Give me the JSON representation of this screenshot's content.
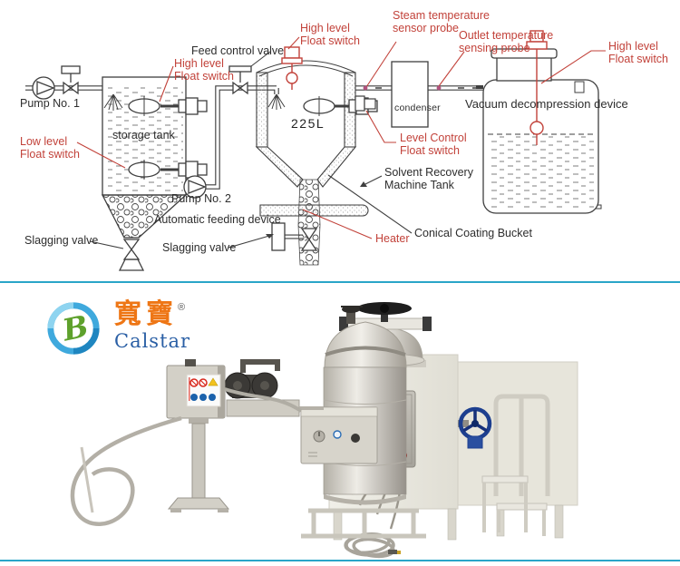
{
  "page": {
    "background": "#ffffff",
    "divider_color": "#2aa5c8"
  },
  "diagram": {
    "annotation_color_red": "#c2423a",
    "annotation_color_black": "#2d2d2d",
    "labels": {
      "pump1": "Pump No. 1",
      "high_level_storage": "High level\nFloat switch",
      "low_level_storage": "Low level\nFloat switch",
      "storage_tank": "storage tank",
      "pump2": "Pump No. 2",
      "automatic_feeding": "Automatic feeding device",
      "slagging_left": "Slagging valve",
      "slagging_right": "Slagging valve",
      "feed_control_valve": "Feed control valve",
      "high_level_machine": "High level\nFloat switch",
      "tank_capacity": "225L",
      "level_control": "Level Control\nFloat switch",
      "solvent_recovery": "Solvent Recovery\nMachine Tank",
      "conical_bucket": "Conical Coating Bucket",
      "heater": "Heater",
      "condenser": "condenser",
      "steam_probe": "Steam temperature\nsensor probe",
      "outlet_probe": "Outlet temperature\nsensing probe",
      "vacuum_device": "Vacuum decompression device",
      "high_level_vacuum": "High level\nFloat switch"
    }
  },
  "branding": {
    "logo_zh": "寬寶",
    "registered_mark": "®",
    "logo_en": "Calstar",
    "colors": {
      "zh": "#ee7615",
      "en": "#2a5fa5",
      "icon_ring": "#3fa9dd",
      "icon_letter": "#5ea12c"
    }
  },
  "photo": {
    "colors": {
      "machine_cream": "#ebe9e0",
      "steel": "#c9c6bd",
      "warning_red": "#d8281c",
      "warning_blue": "#1b62ab",
      "warning_yellow": "#f2c21d",
      "valve_blue": "#1d3f8f"
    }
  }
}
